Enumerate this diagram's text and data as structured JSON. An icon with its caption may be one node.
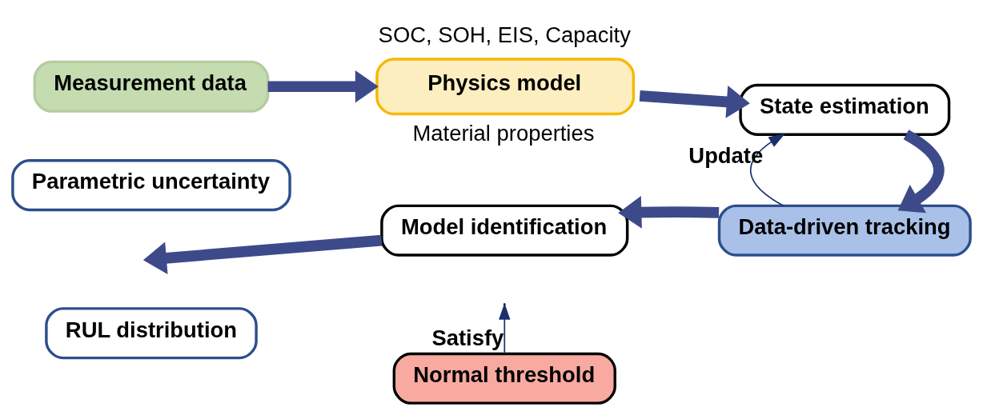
{
  "diagram": {
    "nodes": [
      {
        "text": [
          "Measurement data"
        ]
      },
      {
        "text": [
          "Physics model"
        ],
        "beside": [
          "SOC, SOH, EIS, Capacity",
          "Material properties"
        ]
      },
      {
        "text": [
          "State estimation"
        ]
      },
      {
        "text": [
          "Data-driven tracking"
        ]
      },
      {
        "text": [
          "Model identification"
        ]
      },
      {
        "text": [
          "Parametric uncertainty"
        ]
      },
      {
        "text": [
          "RUL distribution"
        ]
      },
      {
        "text": [
          "Normal threshold"
        ]
      }
    ],
    "edges": [
      {
        "from": 0,
        "to": 1,
        "arrow": "to"
      },
      {
        "from": 1,
        "to": 2,
        "arrow": "to"
      },
      {
        "from": 2,
        "to": 3,
        "arrow": "to"
      },
      {
        "from": 3,
        "to": 2,
        "arrow": "to",
        "label": "Update",
        "color": "#1b2f6e"
      },
      {
        "from": 3,
        "to": 4,
        "arrow": "to"
      },
      {
        "from": 4,
        "to": null,
        "arrow": "to"
      },
      {
        "from": 7,
        "to": null,
        "arrow": "to",
        "label": "Satisfy",
        "color": "#1b2f6e"
      }
    ]
  }
}
